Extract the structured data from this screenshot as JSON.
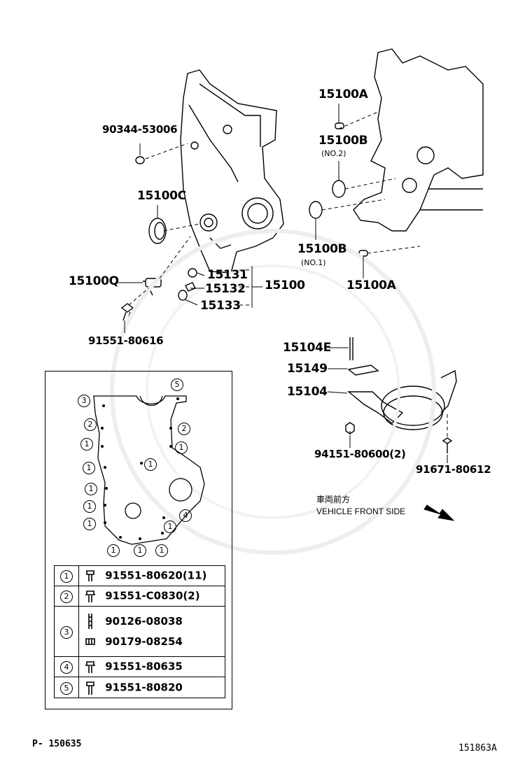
{
  "callouts": {
    "p90344": "90344-53006",
    "p15100C": "15100C",
    "p15100Q": "15100Q",
    "p91551_80616": "91551-80616",
    "p15131": "15131",
    "p15132": "15132",
    "p15133": "15133",
    "p15100": "15100",
    "p15100A_top": "15100A",
    "p15100B_top": "15100B",
    "p15100B_top_note": "(NO.2)",
    "p15100B_low": "15100B",
    "p15100B_low_note": "(NO.1)",
    "p15100A_low": "15100A",
    "p15104E": "15104E",
    "p15149": "15149",
    "p15104": "15104",
    "p94151": "94151-80600(2)",
    "p91671": "91671-80612"
  },
  "direction_note": {
    "line1": "車両前方",
    "line2": "VEHICLE FRONT SIDE"
  },
  "inset": {
    "bolt_markers": [
      "3",
      "2",
      "1",
      "1",
      "1",
      "1",
      "1",
      "5",
      "2",
      "1",
      "1",
      "4",
      "1",
      "1",
      "1",
      "1"
    ],
    "table": [
      {
        "key": "1",
        "parts": [
          "91551-80620(11)"
        ]
      },
      {
        "key": "2",
        "parts": [
          "91551-C0830(2)"
        ]
      },
      {
        "key": "3",
        "parts": [
          "90126-08038",
          "90179-08254"
        ]
      },
      {
        "key": "4",
        "parts": [
          "91551-80635"
        ]
      },
      {
        "key": "5",
        "parts": [
          "91551-80820"
        ]
      }
    ]
  },
  "footer": {
    "page": "P- 150635",
    "figure": "151863A"
  }
}
